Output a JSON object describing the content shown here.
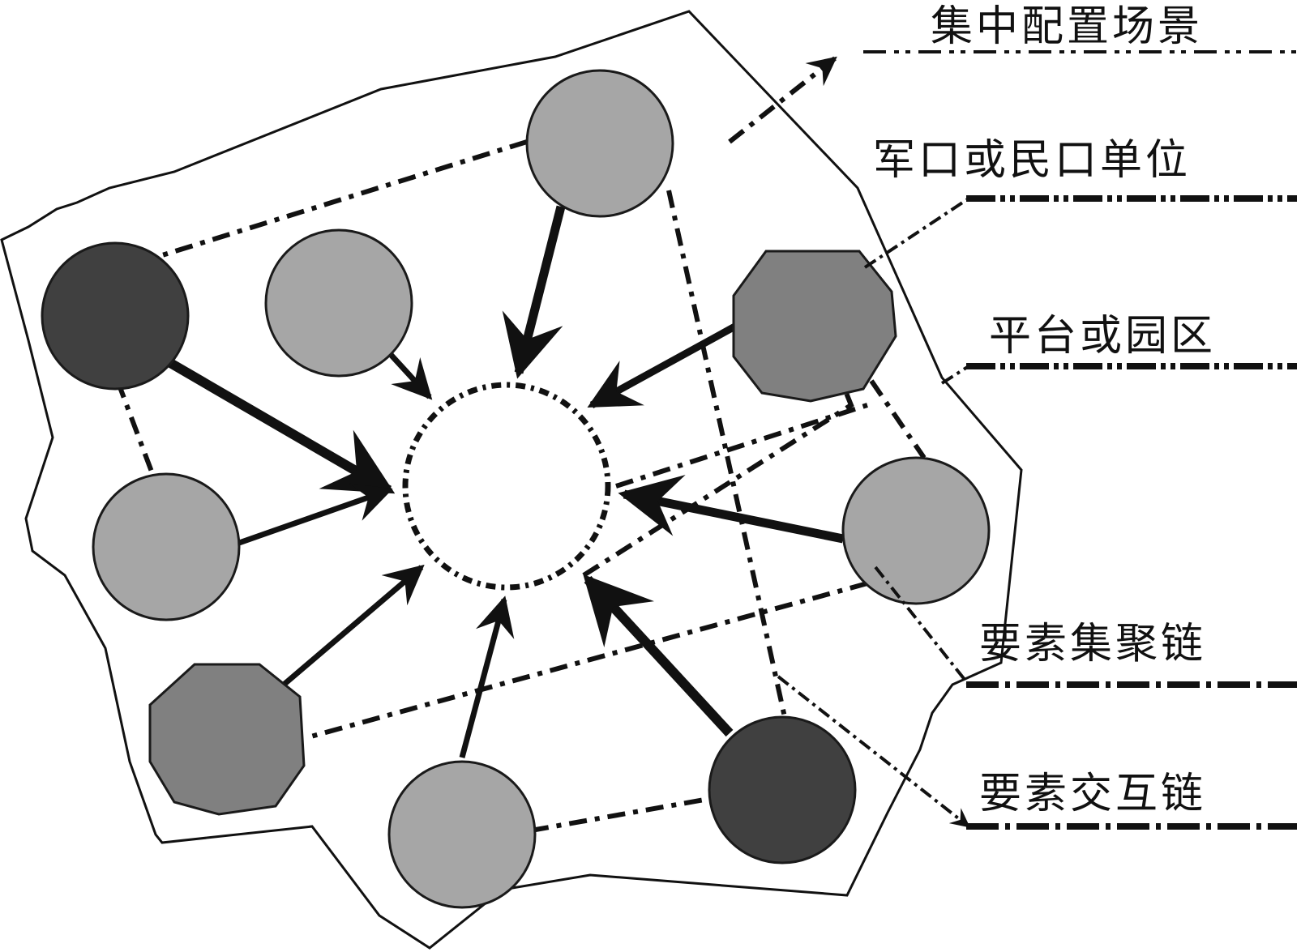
{
  "legend": {
    "scene": "集中配置场景",
    "unit": "军口或民口单位",
    "platform": "平台或园区",
    "aggregation_chain": "要素集聚链",
    "interaction_chain": "要素交互链"
  },
  "colors": {
    "unit_fill": "#404040",
    "platform_fill": "#808080",
    "element_fill": "#a6a6a6",
    "stroke": "#111111",
    "background": "#ffffff"
  }
}
